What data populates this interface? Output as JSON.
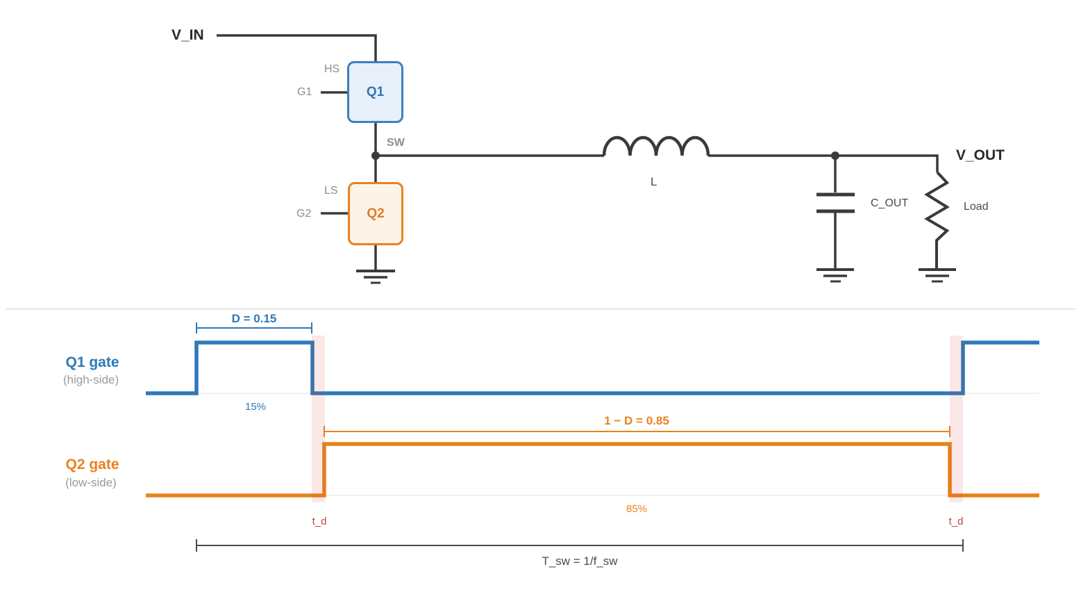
{
  "colors": {
    "wire": "#3A3A3A",
    "blue": "#2E78B8",
    "orange": "#E8821D",
    "gray_label": "#8E8E8E",
    "dead_time_red": "#B5443B",
    "dead_time_band": "#FBECEA",
    "q1_fill": "#E8F0FA",
    "q2_fill": "#FDF3E7",
    "divider": "#E3E3E3"
  },
  "circuit": {
    "vin_label": "V_IN",
    "vout_label": "V_OUT",
    "sw_label": "SW",
    "q1": {
      "name": "Q1",
      "side_label": "HS",
      "gate_label": "G1"
    },
    "q2": {
      "name": "Q2",
      "side_label": "LS",
      "gate_label": "G2"
    },
    "inductor_label": "L",
    "cap_label": "C_OUT",
    "load_label": "Load"
  },
  "timing": {
    "q1_row": {
      "title": "Q1 gate",
      "subtitle": "(high-side)",
      "duty_label": "D = 0.15",
      "duty_value": 0.15,
      "duty_pct": "15%"
    },
    "q2_row": {
      "title": "Q2 gate",
      "subtitle": "(low-side)",
      "duty_label": "1 − D = 0.85",
      "duty_value": 0.85,
      "duty_pct": "85%"
    },
    "dead_time": {
      "label_left": "t_d",
      "label_right": "t_d"
    },
    "period_label": "T_sw = 1/f_sw"
  }
}
